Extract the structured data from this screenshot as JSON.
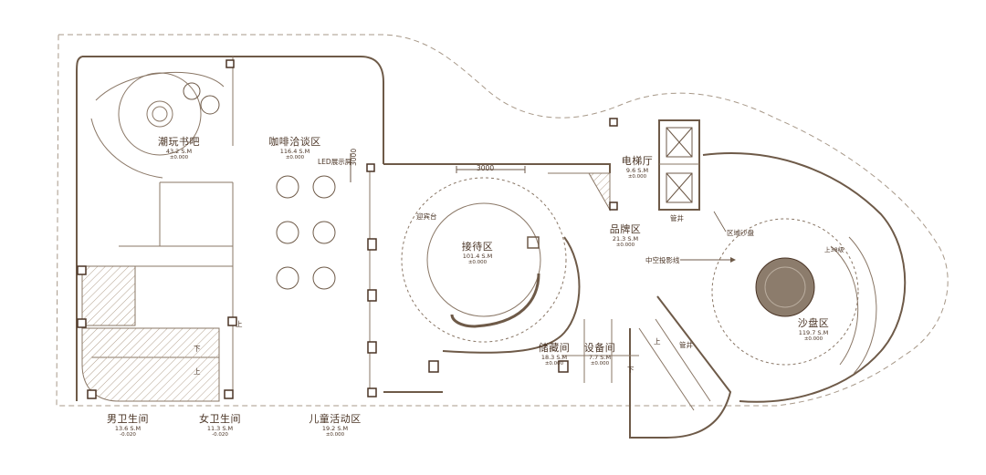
{
  "colors": {
    "wall": "#6e5a48",
    "line": "#8a7766",
    "hatch": "#b3a18e",
    "text": "#4a3425",
    "dash": "#a79888"
  },
  "rooms": [
    {
      "name": "潮玩书吧",
      "area": "43.2 S.M",
      "level": "±0.000"
    },
    {
      "name": "咖啡洽谈区",
      "area": "116.4 S.M",
      "level": "±0.000"
    },
    {
      "name": "接待区",
      "area": "101.4 S.M",
      "level": "±0.000"
    },
    {
      "name": "电梯厅",
      "area": "9.6 S.M",
      "level": "±0.000"
    },
    {
      "name": "品牌区",
      "area": "21.3 S.M",
      "level": "±0.000"
    },
    {
      "name": "沙盘区",
      "area": "119.7 S.M",
      "level": "±0.000"
    },
    {
      "name": "储藏间",
      "area": "18.3 S.M",
      "level": "±0.000"
    },
    {
      "name": "设备间",
      "area": "7.7 S.M",
      "level": "±0.000"
    },
    {
      "name": "男卫生间",
      "area": "13.6 S.M",
      "level": "-0.020"
    },
    {
      "name": "女卫生间",
      "area": "11.3 S.M",
      "level": "-0.020"
    },
    {
      "name": "儿童活动区",
      "area": "19.2 S.M",
      "level": "±0.000"
    }
  ],
  "notes": {
    "led": "LED展示屏",
    "dim_vertical": "3000",
    "dim_horizontal": "3000",
    "reception_desk": "迎宾台",
    "shaft": "管井",
    "shaft2": "管井",
    "regional_model": "区域沙盘",
    "projection_line": "中空投影线",
    "stairs_up_38": "上38级",
    "up": "上",
    "down": "下"
  }
}
